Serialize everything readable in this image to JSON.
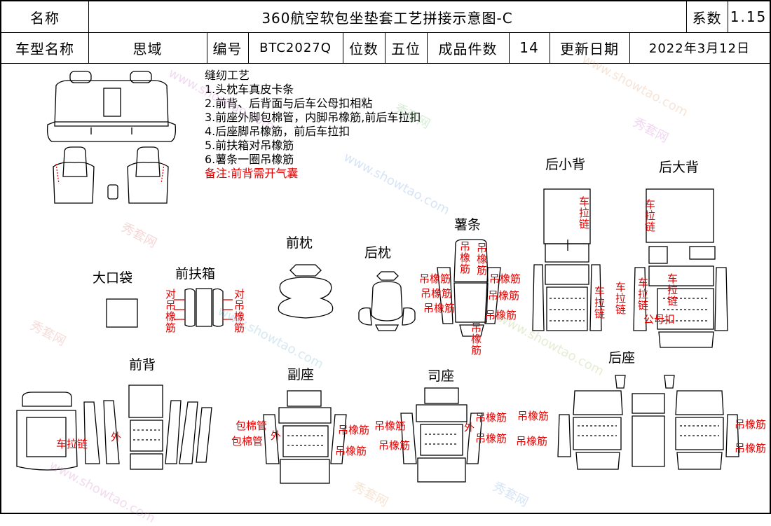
{
  "header": {
    "name_label": "名称",
    "title": "360航空软包坐垫套工艺拼接示意图-C",
    "coef_label": "系数",
    "coef_value": "1.15",
    "model_label": "车型名称",
    "model_value": "思域",
    "code_label": "编号",
    "code_value": "BTC2027Q",
    "seats_label": "位数",
    "seats_value": "五位",
    "pieces_label": "成品件数",
    "pieces_value": "14",
    "date_label": "更新日期",
    "date_value": "2022年3月12日"
  },
  "notes": {
    "title": "缝纫工艺",
    "items": [
      "1.头枕车真皮卡条",
      "2.前背、后背面与后车公母扣相粘",
      "3.前座外脚包棉管，内脚吊橡筋,前后车拉扣",
      "4.后座脚吊橡筋，前后车拉扣",
      "5.前扶箱对吊橡筋",
      "6.薯条一圈吊橡筋"
    ],
    "remark": "备注:前背需开气囊"
  },
  "parts": {
    "big_pocket": "大口袋",
    "front_armrest": "前扶箱",
    "front_headrest": "前枕",
    "rear_headrest": "后枕",
    "fries": "薯条",
    "small_rear_back": "后小背",
    "large_rear_back": "后大背",
    "front_back": "前背",
    "passenger_seat": "副座",
    "driver_seat": "司座",
    "rear_seat": "后座"
  },
  "annotations": {
    "pair_elastic": "对吊橡筋",
    "elastic": "吊橡筋",
    "zipper": "车拉链",
    "outer": "外",
    "cotton_tube": "包棉管",
    "snap": "公母扣"
  },
  "watermark": {
    "site": "www.showtao.com",
    "brand": "秀套网"
  },
  "colors": {
    "annotation": "#e00000",
    "line": "#000000"
  }
}
